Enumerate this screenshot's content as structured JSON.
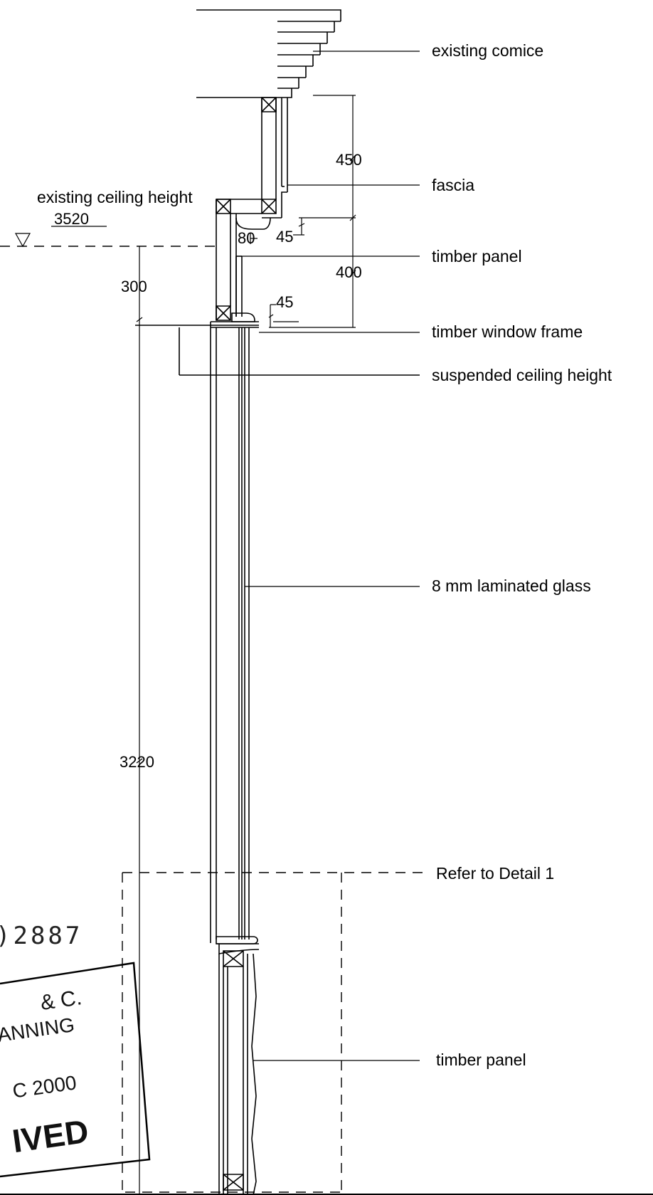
{
  "labels": {
    "existing_cornice": "existing comice",
    "fascia": "fascia",
    "timber_panel_top": "timber panel",
    "timber_window_frame": "timber window frame",
    "suspended_ceiling_height": "suspended ceiling height",
    "laminated_glass": "8 mm laminated glass",
    "refer_detail": "Refer to Detail 1",
    "timber_panel_bottom": "timber panel",
    "existing_ceiling_height": "existing ceiling height"
  },
  "dimensions": {
    "ceiling_level": "3520",
    "d450": "450",
    "d45_upper": "45",
    "d80": "80",
    "d400": "400",
    "d300": "300",
    "d45_lower": "45",
    "d3220": "3220"
  },
  "stamp": {
    "number": ")2887",
    "line1": "& C.",
    "line2": "ANNING",
    "line3": "C 2000",
    "line4": "IVED"
  }
}
